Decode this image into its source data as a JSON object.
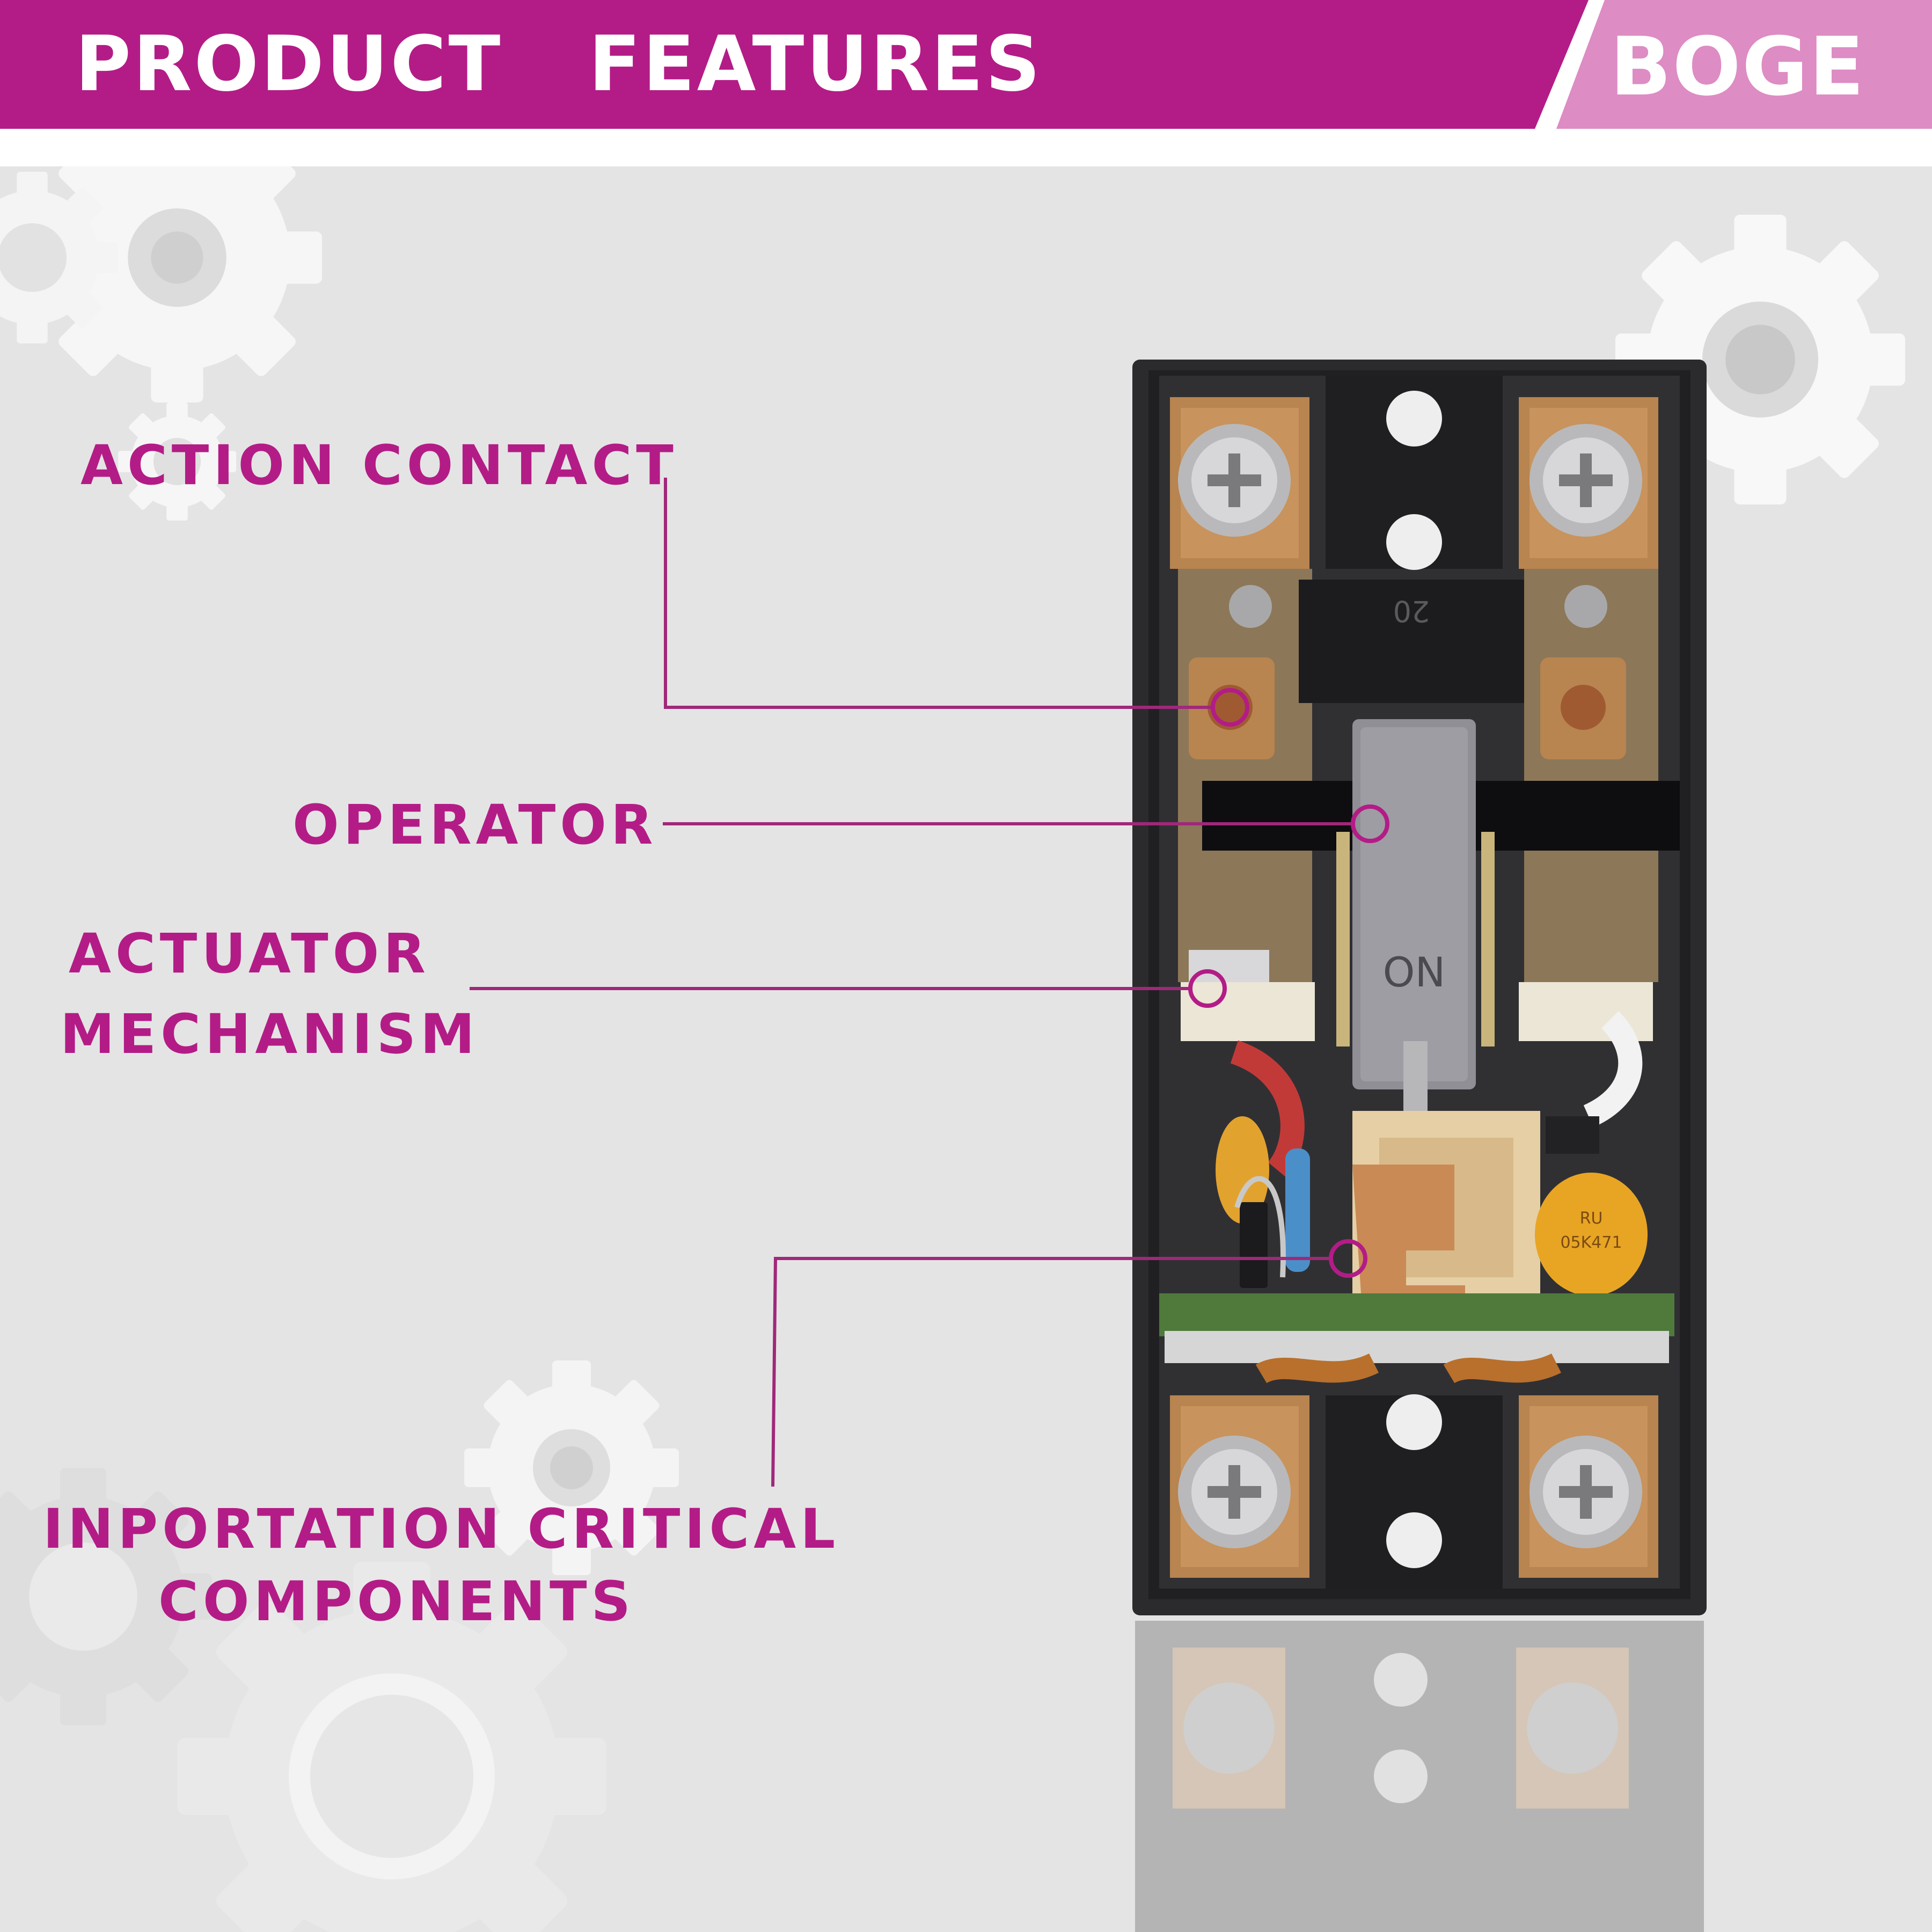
{
  "header": {
    "title": "PRODUCT   FEATURES",
    "logo_text": "BOGE",
    "colors": {
      "banner": "#b31c86",
      "logo_panel": "#dd8cc4",
      "label": "#b31c86"
    }
  },
  "callouts": {
    "action_contact": "ACTION CONTACT",
    "operator": "OPERATOR",
    "actuator_line1": "ACTUATOR",
    "actuator_line2": "MECHANISM",
    "critical_line1": "INPORTATION CRITICAL",
    "critical_line2": "COMPONENTS"
  },
  "product": {
    "switch_text": "ON",
    "mold_number": "20",
    "capacitor_text_1": "RU",
    "capacitor_text_2": "05K471"
  }
}
